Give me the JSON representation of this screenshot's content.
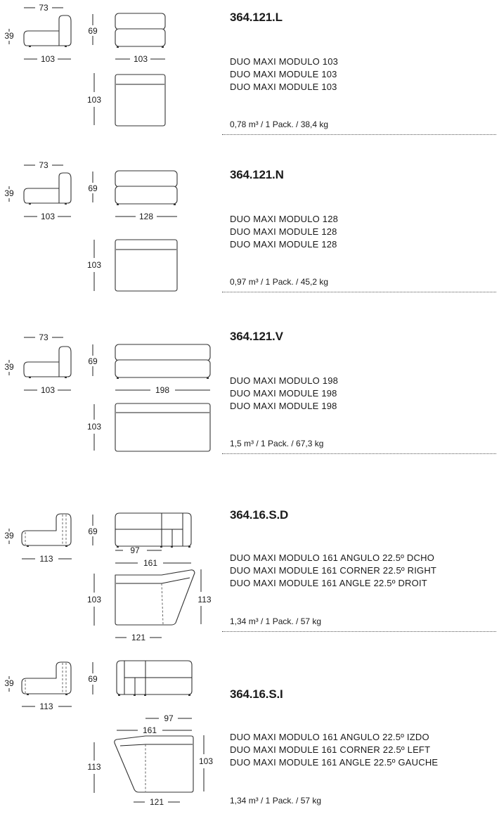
{
  "products": [
    {
      "code": "364.121.L",
      "names": [
        "DUO MAXI MODULO 103",
        "DUO MAXI MODULE 103",
        "DUO MAXI MODULE 103"
      ],
      "spec": "0,78 m³ / 1 Pack. / 38,4 kg",
      "dims": {
        "depth_back": "73",
        "height_seat": "39",
        "depth": "103",
        "height": "69",
        "front_width": "103",
        "plan_depth": "103"
      }
    },
    {
      "code": "364.121.N",
      "names": [
        "DUO MAXI MODULO 128",
        "DUO MAXI MODULE 128",
        "DUO MAXI MODULE 128"
      ],
      "spec": "0,97 m³ / 1 Pack. / 45,2 kg",
      "dims": {
        "depth_back": "73",
        "height_seat": "39",
        "depth": "103",
        "height": "69",
        "front_width": "128",
        "plan_depth": "103"
      }
    },
    {
      "code": "364.121.V",
      "names": [
        "DUO MAXI MODULO 198",
        "DUO MAXI MODULE 198",
        "DUO MAXI MODULE 198"
      ],
      "spec": "1,5 m³ / 1 Pack. / 67,3 kg",
      "dims": {
        "depth_back": "73",
        "height_seat": "39",
        "depth": "103",
        "height": "69",
        "front_width": "198",
        "plan_depth": "103"
      }
    },
    {
      "code": "364.16.S.D",
      "names": [
        "DUO MAXI MODULO 161 ANGULO 22.5º DCHO",
        "DUO MAXI MODULE 161 CORNER 22.5º RIGHT",
        "DUO MAXI MODULE 161 ANGLE 22.5º DROIT"
      ],
      "spec": "1,34 m³ / 1 Pack. / 57 kg",
      "dims": {
        "height_seat": "39",
        "depth": "113",
        "height": "69",
        "front_part": "97",
        "plan_width": "161",
        "plan_left": "103",
        "plan_right": "113",
        "plan_bottom": "121"
      }
    },
    {
      "code": "364.16.S.I",
      "names": [
        "DUO MAXI MODULO 161 ANGULO 22.5º IZDO",
        "DUO MAXI MODULE 161 CORNER 22.5º LEFT",
        "DUO MAXI MODULE 161 ANGLE 22.5º GAUCHE"
      ],
      "spec": "1,34 m³ / 1 Pack. / 57 kg",
      "dims": {
        "height_seat": "39",
        "depth": "113",
        "height": "69",
        "front_part": "97",
        "plan_width": "161",
        "plan_left": "113",
        "plan_right": "103",
        "plan_bottom": "121"
      }
    }
  ]
}
